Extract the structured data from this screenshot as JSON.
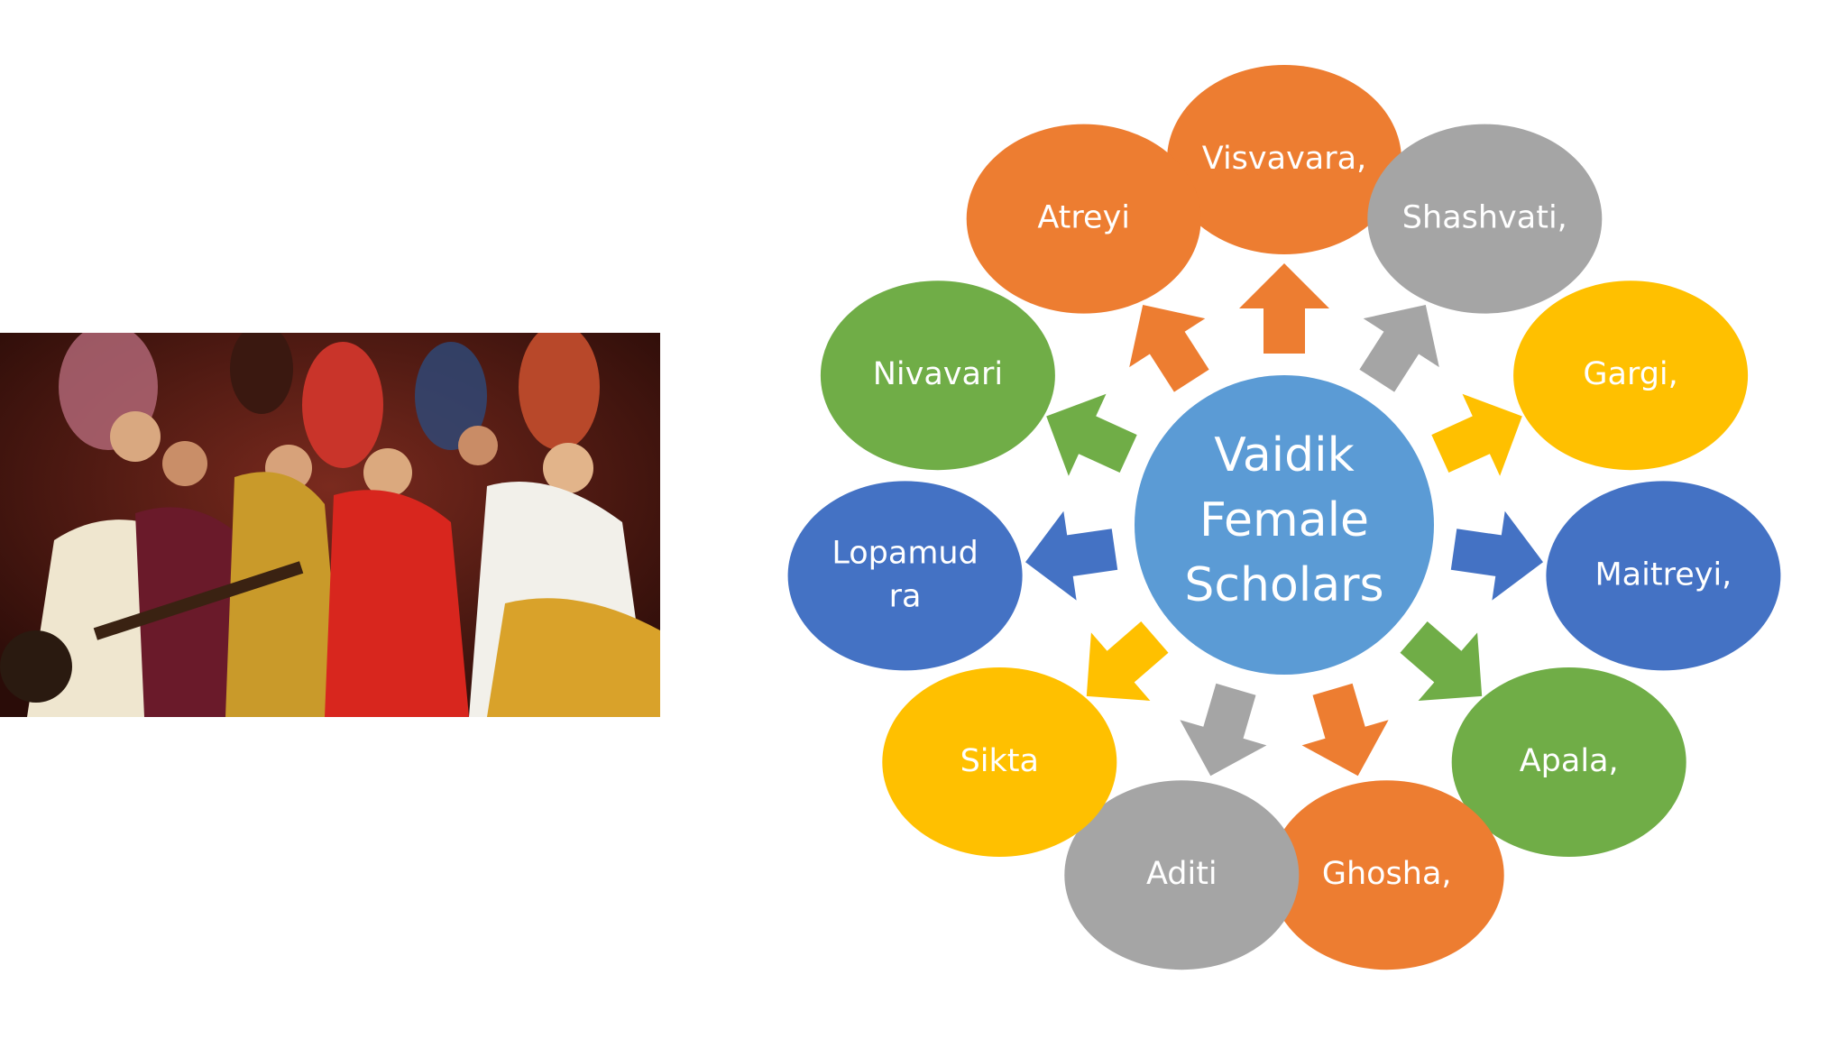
{
  "colors": {
    "orange": "#ED7D31",
    "gray": "#A5A5A5",
    "yellow": "#FFC000",
    "blue": "#4472C4",
    "green": "#70AD47",
    "center": "#5B9BD5"
  },
  "center": {
    "lines": [
      "Vaidik",
      "Female",
      "Scholars"
    ]
  },
  "nodes": [
    {
      "lines": [
        "Visvavara,"
      ],
      "color": "orange"
    },
    {
      "lines": [
        "Shashvati,"
      ],
      "color": "gray"
    },
    {
      "lines": [
        "Gargi,"
      ],
      "color": "yellow"
    },
    {
      "lines": [
        "Maitreyi,"
      ],
      "color": "blue"
    },
    {
      "lines": [
        "Apala,"
      ],
      "color": "green"
    },
    {
      "lines": [
        "Ghosha,"
      ],
      "color": "orange"
    },
    {
      "lines": [
        "Aditi"
      ],
      "color": "gray"
    },
    {
      "lines": [
        "Sikta"
      ],
      "color": "yellow"
    },
    {
      "lines": [
        "Lopamud",
        "ra"
      ],
      "color": "blue"
    },
    {
      "lines": [
        "Nivavari"
      ],
      "color": "green"
    },
    {
      "lines": [
        "Atreyi"
      ],
      "color": "orange"
    }
  ]
}
